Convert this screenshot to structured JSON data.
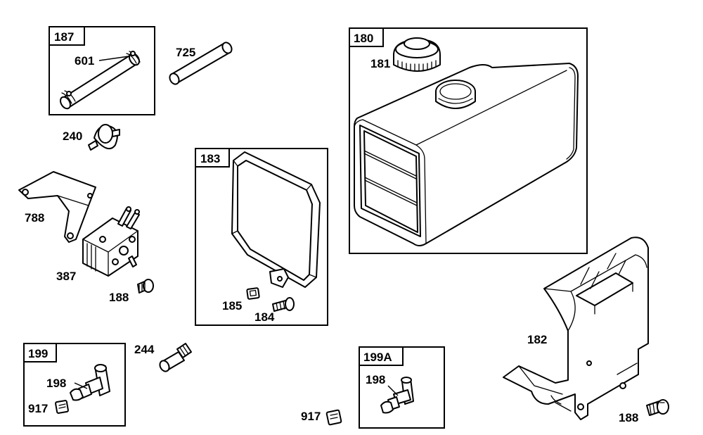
{
  "boxes": {
    "b187": "187",
    "b183": "183",
    "b180": "180",
    "b199": "199",
    "b199a": "199A"
  },
  "labels": {
    "p601": "601",
    "p725": "725",
    "p181": "181",
    "p240": "240",
    "p788": "788",
    "p387": "387",
    "p188a": "188",
    "p185": "185",
    "p184": "184",
    "p182": "182",
    "p244": "244",
    "p198a": "198",
    "p917a": "917",
    "p198b": "198",
    "p917b": "917",
    "p188b": "188"
  }
}
